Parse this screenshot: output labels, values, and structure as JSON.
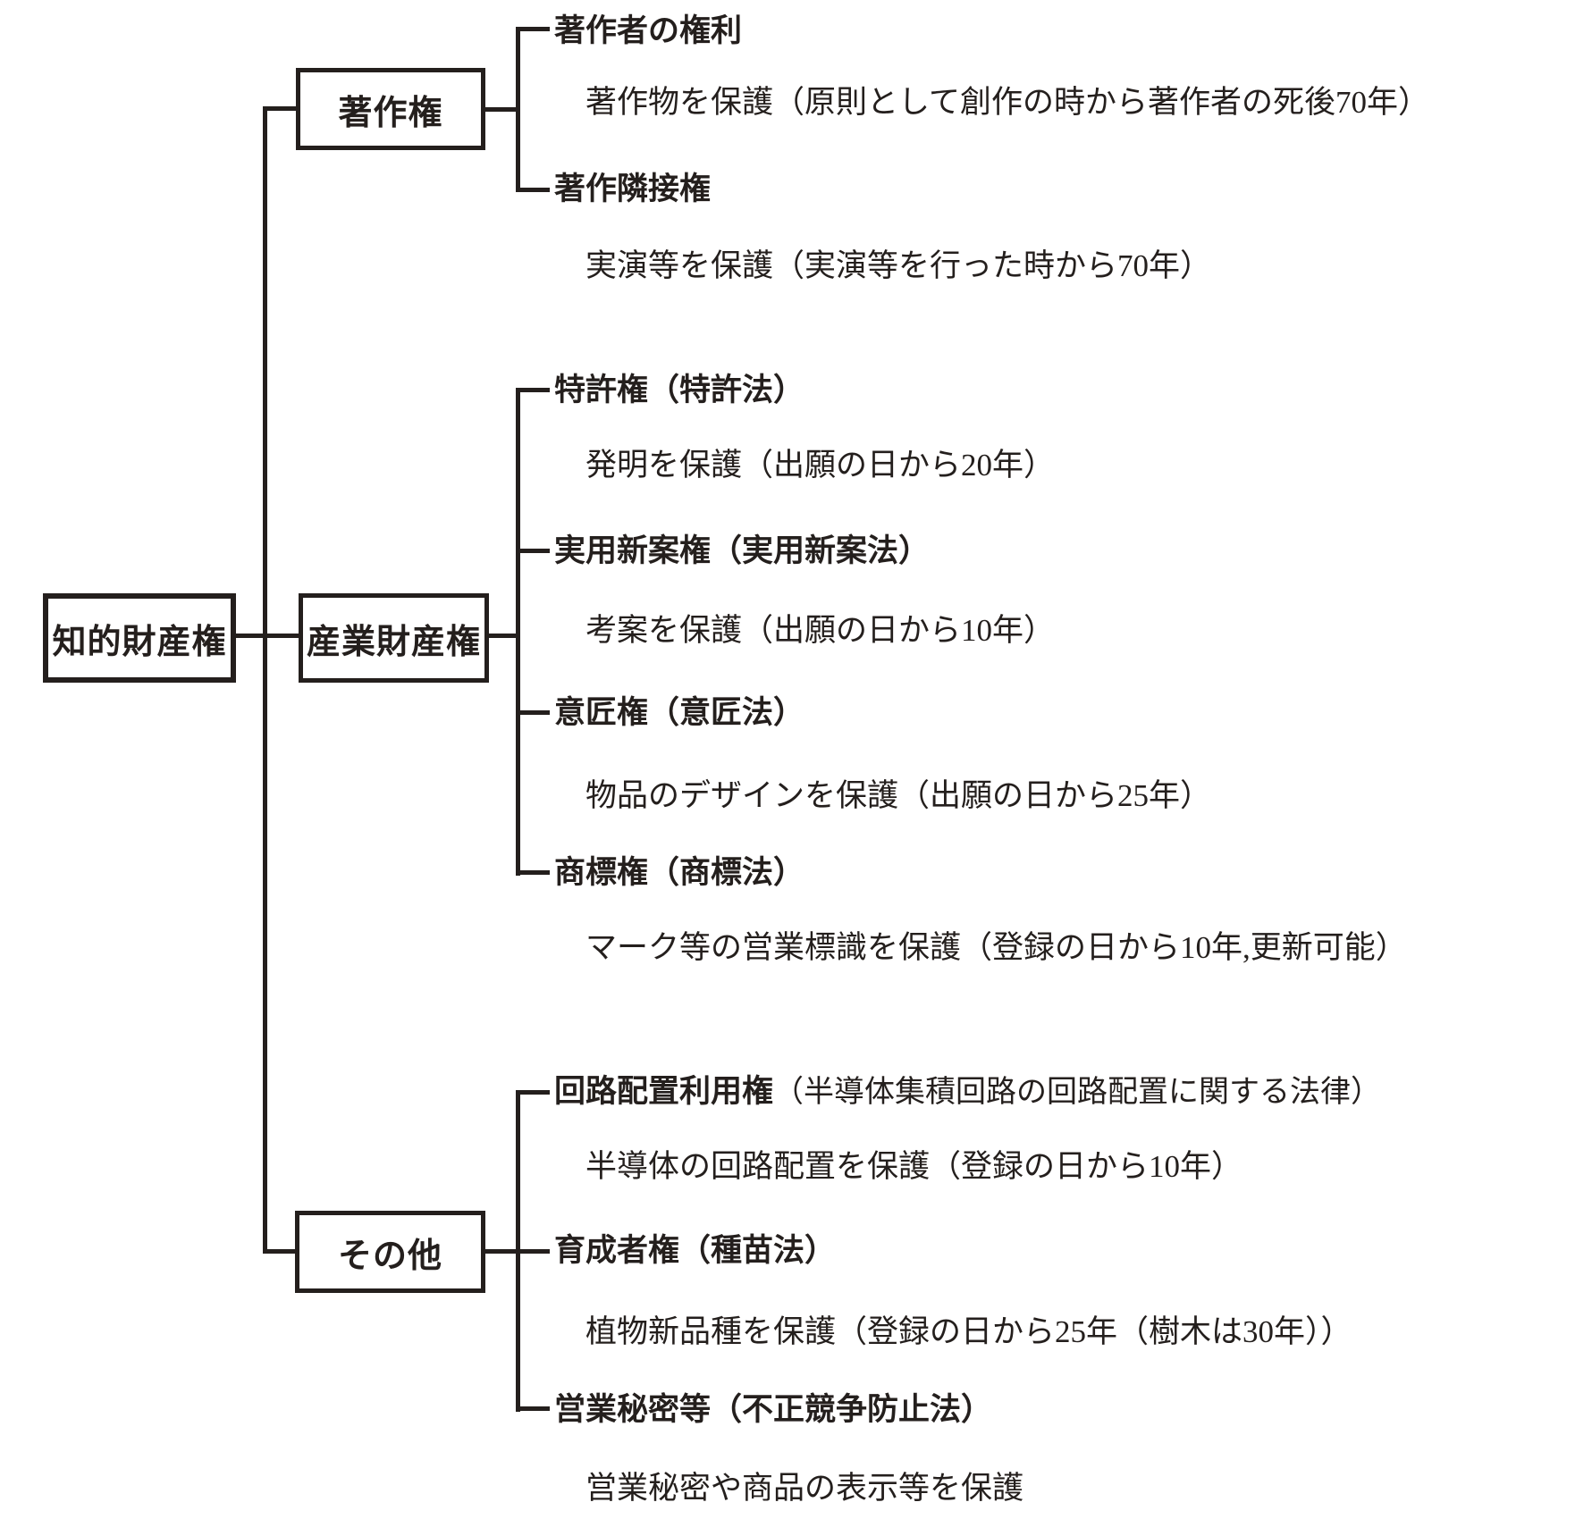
{
  "figure": {
    "title_semantic": "知的財産権の体系図",
    "ink_color": "#241f1d",
    "background_color": "#ffffff",
    "root": {
      "label": "知的財産権"
    },
    "branches": [
      {
        "box_label": "著作権",
        "children": [
          {
            "title": "著作者の権利",
            "description": "著作物を保護（原則として創作の時から著作者の死後70年）"
          },
          {
            "title": "著作隣接権",
            "description": "実演等を保護（実演等を行った時から70年）"
          }
        ]
      },
      {
        "box_label": "産業財産権",
        "children": [
          {
            "title": "特許権（特許法）",
            "description": "発明を保護（出願の日から20年）"
          },
          {
            "title": "実用新案権（実用新案法）",
            "description": "考案を保護（出願の日から10年）"
          },
          {
            "title": "意匠権（意匠法）",
            "description": "物品のデザインを保護（出願の日から25年）"
          },
          {
            "title": "商標権（商標法）",
            "description": "マーク等の営業標識を保護（登録の日から10年,更新可能）"
          }
        ]
      },
      {
        "box_label": "その他",
        "children": [
          {
            "title": "回路配置利用権",
            "title_suffix": "（半導体集積回路の回路配置に関する法律）",
            "description": "半導体の回路配置を保護（登録の日から10年）"
          },
          {
            "title": "育成者権（種苗法）",
            "description": "植物新品種を保護（登録の日から25年（樹木は30年））"
          },
          {
            "title": "営業秘密等（不正競争防止法）",
            "description": "営業秘密や商品の表示等を保護"
          }
        ]
      }
    ]
  }
}
